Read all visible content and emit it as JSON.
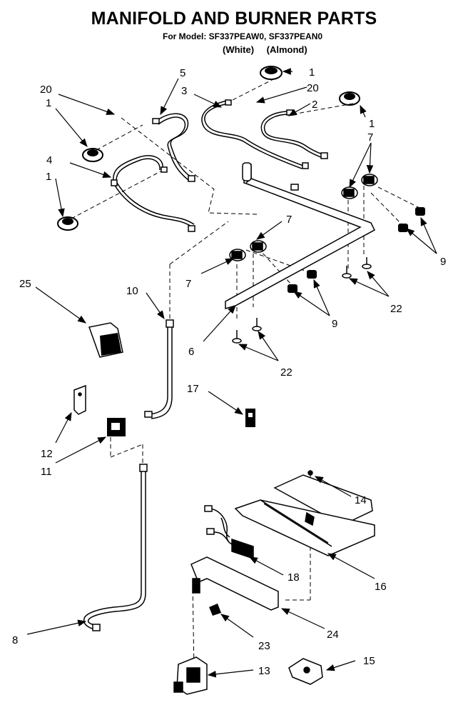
{
  "title": "MANIFOLD AND BURNER PARTS",
  "model_line": "For Model: SF337PEAW0, SF337PEAN0",
  "color_line": "(White)   (Almond)",
  "callouts": [
    "1",
    "1",
    "1",
    "1",
    "2",
    "3",
    "4",
    "5",
    "6",
    "7",
    "7",
    "7",
    "9",
    "9",
    "10",
    "11",
    "12",
    "13",
    "14",
    "15",
    "16",
    "17",
    "18",
    "20",
    "20",
    "22",
    "22",
    "23",
    "24",
    "25",
    "8"
  ]
}
